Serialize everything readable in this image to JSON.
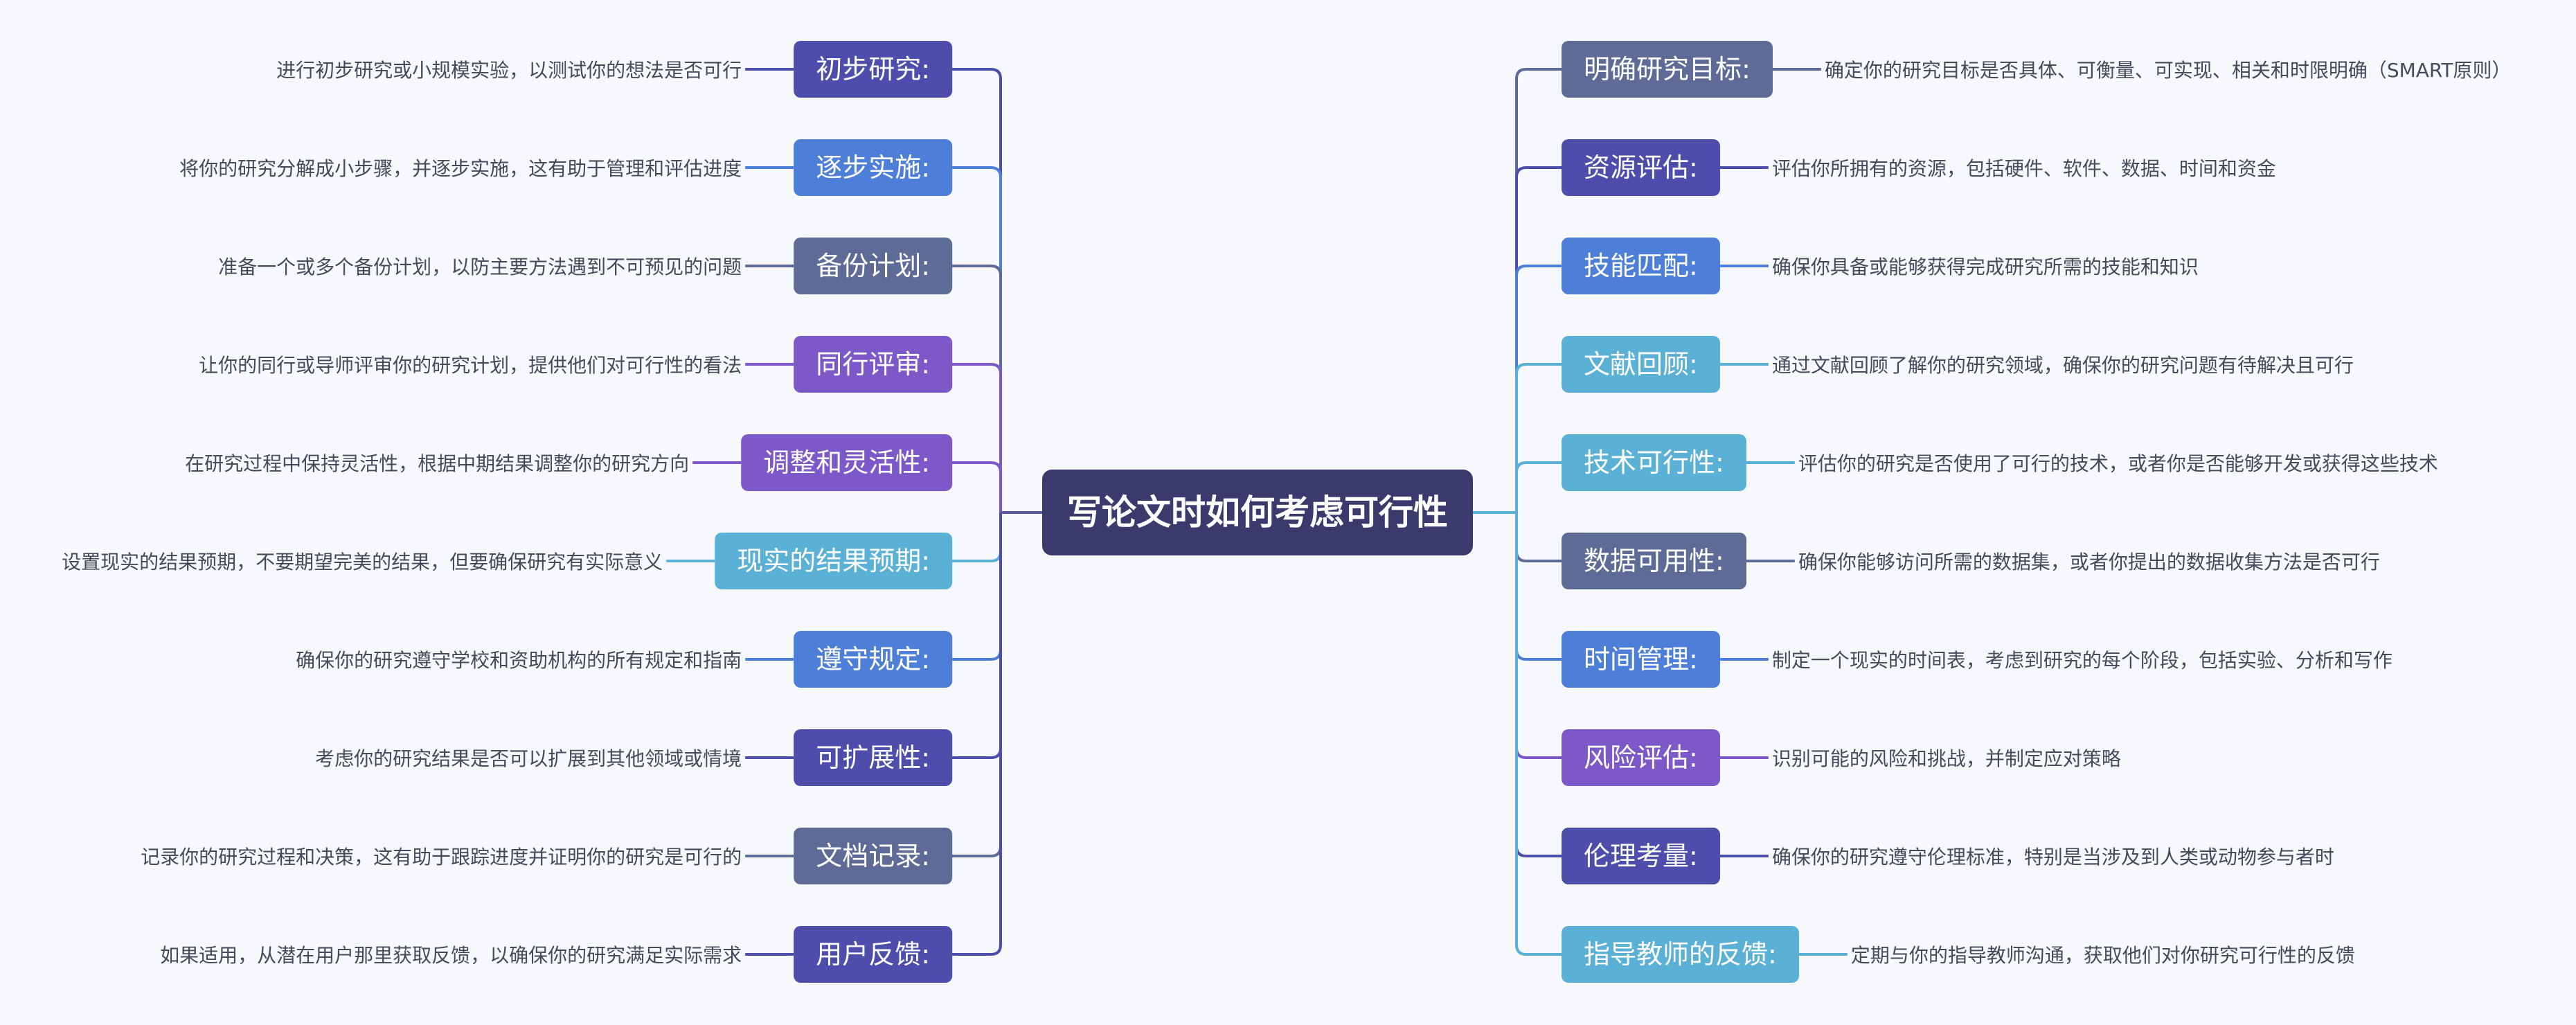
{
  "title": "写论文时如何考虑可行性",
  "colors": {
    "center": "#3a3a6c",
    "palette": [
      "#4e4dab",
      "#4e7fd8",
      "#5e6b96",
      "#7c58c8",
      "#5bb0d6",
      "#4f5fb5",
      "#6a5acd"
    ]
  },
  "left": [
    {
      "label": "初步研究:",
      "desc": "进行初步研究或小规模实验，以测试你的想法是否可行",
      "color": "#4e4dab"
    },
    {
      "label": "逐步实施:",
      "desc": "将你的研究分解成小步骤，并逐步实施，这有助于管理和评估进度",
      "color": "#4e7fd8"
    },
    {
      "label": "备份计划:",
      "desc": "准备一个或多个备份计划，以防主要方法遇到不可预见的问题",
      "color": "#5e6b96"
    },
    {
      "label": "同行评审:",
      "desc": "让你的同行或导师评审你的研究计划，提供他们对可行性的看法",
      "color": "#7c58c8"
    },
    {
      "label": "调整和灵活性:",
      "desc": "在研究过程中保持灵活性，根据中期结果调整你的研究方向",
      "color": "#7c58c8"
    },
    {
      "label": "现实的结果预期:",
      "desc": "设置现实的结果预期，不要期望完美的结果，但要确保研究有实际意义",
      "color": "#5bb0d6"
    },
    {
      "label": "遵守规定:",
      "desc": "确保你的研究遵守学校和资助机构的所有规定和指南",
      "color": "#4e7fd8"
    },
    {
      "label": "可扩展性:",
      "desc": "考虑你的研究结果是否可以扩展到其他领域或情境",
      "color": "#4e4dab"
    },
    {
      "label": "文档记录:",
      "desc": "记录你的研究过程和决策，这有助于跟踪进度并证明你的研究是可行的",
      "color": "#5e6b96"
    },
    {
      "label": "用户反馈:",
      "desc": "如果适用，从潜在用户那里获取反馈，以确保你的研究满足实际需求",
      "color": "#4e4dab"
    }
  ],
  "right": [
    {
      "label": "明确研究目标:",
      "desc": "确定你的研究目标是否具体、可衡量、可实现、相关和时限明确（SMART原则）",
      "color": "#5e6b96"
    },
    {
      "label": "资源评估:",
      "desc": "评估你所拥有的资源，包括硬件、软件、数据、时间和资金",
      "color": "#4e4dab"
    },
    {
      "label": "技能匹配:",
      "desc": "确保你具备或能够获得完成研究所需的技能和知识",
      "color": "#4e7fd8"
    },
    {
      "label": "文献回顾:",
      "desc": "通过文献回顾了解你的研究领域，确保你的研究问题有待解决且可行",
      "color": "#5bb0d6"
    },
    {
      "label": "技术可行性:",
      "desc": "评估你的研究是否使用了可行的技术，或者你是否能够开发或获得这些技术",
      "color": "#5bb0d6"
    },
    {
      "label": "数据可用性:",
      "desc": "确保你能够访问所需的数据集，或者你提出的数据收集方法是否可行",
      "color": "#5e6b96"
    },
    {
      "label": "时间管理:",
      "desc": "制定一个现实的时间表，考虑到研究的每个阶段，包括实验、分析和写作",
      "color": "#4e7fd8"
    },
    {
      "label": "风险评估:",
      "desc": "识别可能的风险和挑战，并制定应对策略",
      "color": "#7c58c8"
    },
    {
      "label": "伦理考量:",
      "desc": "确保你的研究遵守伦理标准，特别是当涉及到人类或动物参与者时",
      "color": "#4e4dab"
    },
    {
      "label": "指导教师的反馈:",
      "desc": "定期与你的指导教师沟通，获取他们对你研究可行性的反馈",
      "color": "#5bb0d6"
    }
  ]
}
